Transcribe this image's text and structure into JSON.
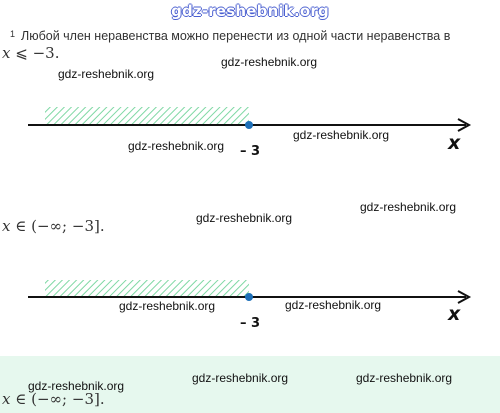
{
  "header": {
    "site": "gdz-reshebnik.org"
  },
  "intro": {
    "number": "1",
    "text": "Любой член неравенства можно перенести из одной части неравенства в"
  },
  "step1": {
    "lhs": "x",
    "relation": "⩽",
    "rhs": "−3."
  },
  "numberline1": {
    "point_label": "– 3",
    "axis_label": "x",
    "point_value": -3,
    "shaded_side": "left"
  },
  "step2": {
    "lhs": "x",
    "in": "∈",
    "interval": "(−∞;  −3]."
  },
  "numberline2": {
    "point_label": "– 3",
    "axis_label": "x",
    "point_value": -3,
    "shaded_side": "left"
  },
  "answer": {
    "lhs": "x",
    "in": "∈",
    "interval": "(−∞;  −3]."
  },
  "watermarks": {
    "w1": "gdz-reshebnik.org",
    "w2": "gdz-reshebnik.org",
    "w3": "gdz-reshebnik.org",
    "w4": "gdz-reshebnik.org",
    "w5": "gdz-reshebnik.org",
    "w6": "gdz-reshebnik.org",
    "w7": "gdz-reshebnik.org",
    "w8": "gdz-reshebnik.org",
    "w9": "gdz-reshebnik.org",
    "w10": "gdz-reshebnik.org",
    "w11": "gdz-reshebnik.org"
  },
  "colors": {
    "accent": "#4a5fd0",
    "hatch": "#7fd8a4",
    "point": "#1d6fb8",
    "answer_bg": "#e6f8ee"
  }
}
